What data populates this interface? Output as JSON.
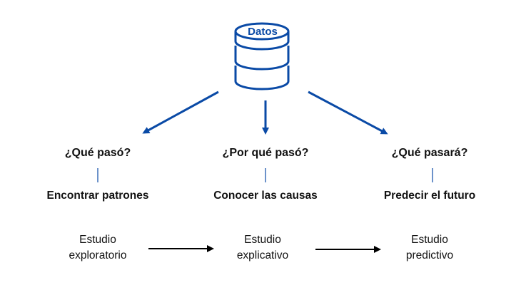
{
  "database": {
    "label": "Datos",
    "color": "#0a4aa6"
  },
  "columns": [
    {
      "question": "¿Qué pasó?",
      "action": "Encontrar patrones",
      "study_line1": "Estudio",
      "study_line2": "exploratorio"
    },
    {
      "question": "¿Por qué pasó?",
      "action": "Conocer las causas",
      "study_line1": "Estudio",
      "study_line2": "explicativo"
    },
    {
      "question": "¿Qué pasará?",
      "action": "Predecir el futuro",
      "study_line1": "Estudio",
      "study_line2": "predictivo"
    }
  ],
  "colors": {
    "accent": "#0a4aa6",
    "text": "#111111",
    "flow_arrow": "#000000"
  }
}
